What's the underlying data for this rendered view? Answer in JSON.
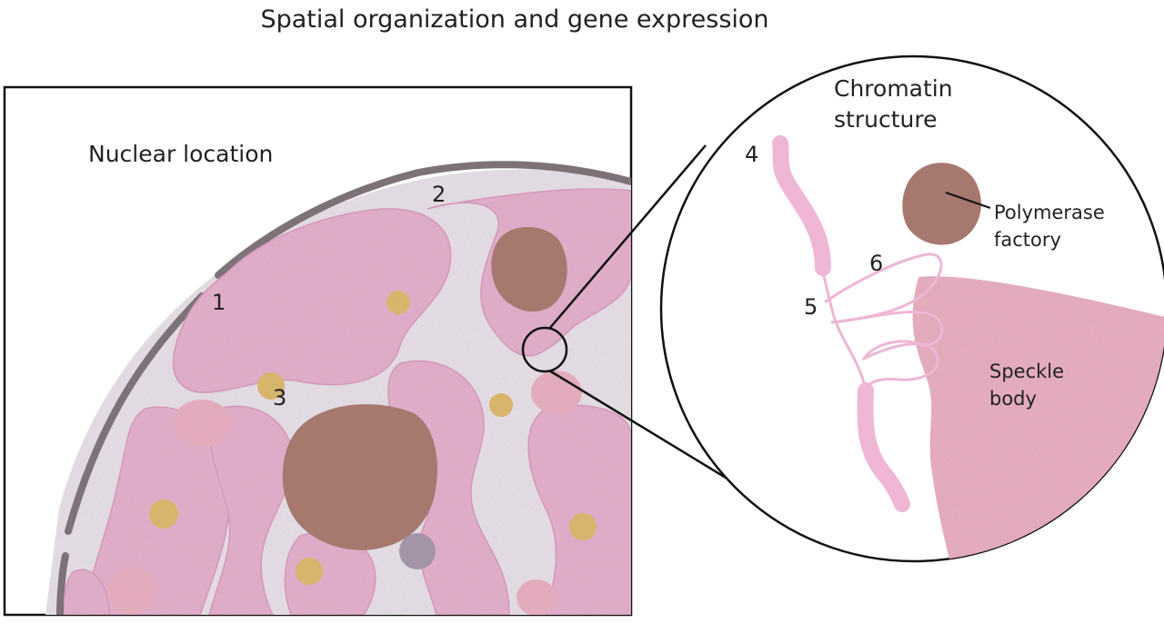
{
  "title": "Spatial organization and gene expression",
  "panel_left": {
    "label": "Nuclear location",
    "markers": [
      "1",
      "2",
      "3"
    ]
  },
  "panel_right": {
    "label_line1": "Chromatin",
    "label_line2": "structure",
    "markers": [
      "4",
      "5",
      "6"
    ],
    "polymerase_line1": "Polymerase",
    "polymerase_line2": "factory",
    "speckle_line1": "Speckle",
    "speckle_line2": "body"
  },
  "colors": {
    "chromatin": "#efb6d6",
    "chromatin_outline": "#e29cc3",
    "nucleoplasm": "#f3eef5",
    "envelope": "#7d7278",
    "polymerase_factory": "#a8735e",
    "speckle": "#f4b5c8",
    "pml_body": "#e5c15a",
    "other_body": "#a598ad"
  }
}
